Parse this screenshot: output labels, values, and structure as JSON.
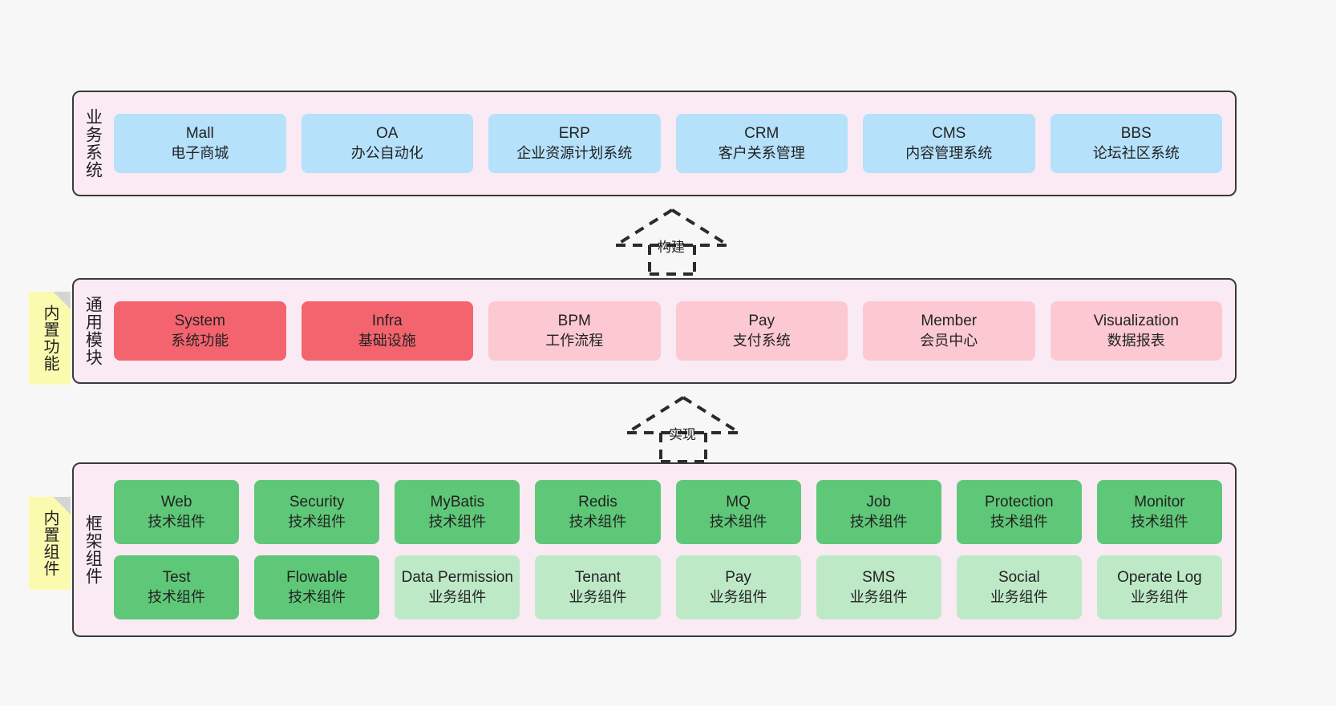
{
  "diagram": {
    "background_color": "#f7f7f7",
    "layers": [
      {
        "title": "业务系统",
        "fill": "#faeaf4",
        "rows": [
          {
            "cards": [
              {
                "en": "Mall",
                "cn": "电子商城",
                "style": "c-blue"
              },
              {
                "en": "OA",
                "cn": "办公自动化",
                "style": "c-blue"
              },
              {
                "en": "ERP",
                "cn": "企业资源计划系统",
                "style": "c-blue"
              },
              {
                "en": "CRM",
                "cn": "客户关系管理",
                "style": "c-blue"
              },
              {
                "en": "CMS",
                "cn": "内容管理系统",
                "style": "c-blue"
              },
              {
                "en": "BBS",
                "cn": "论坛社区系统",
                "style": "c-blue"
              }
            ]
          }
        ]
      },
      {
        "title": "通用模块",
        "fill": "#faeaf4",
        "rows": [
          {
            "cards": [
              {
                "en": "System",
                "cn": "系统功能",
                "style": "c-red"
              },
              {
                "en": "Infra",
                "cn": "基础设施",
                "style": "c-red"
              },
              {
                "en": "BPM",
                "cn": "工作流程",
                "style": "c-pink"
              },
              {
                "en": "Pay",
                "cn": "支付系统",
                "style": "c-pink"
              },
              {
                "en": "Member",
                "cn": "会员中心",
                "style": "c-pink"
              },
              {
                "en": "Visualization",
                "cn": "数据报表",
                "style": "c-pink"
              }
            ]
          }
        ]
      },
      {
        "title": "框架组件",
        "fill": "#faeaf4",
        "rows": [
          {
            "cards": [
              {
                "en": "Web",
                "cn": "技术组件",
                "style": "c-green"
              },
              {
                "en": "Security",
                "cn": "技术组件",
                "style": "c-green"
              },
              {
                "en": "MyBatis",
                "cn": "技术组件",
                "style": "c-green"
              },
              {
                "en": "Redis",
                "cn": "技术组件",
                "style": "c-green"
              },
              {
                "en": "MQ",
                "cn": "技术组件",
                "style": "c-green"
              },
              {
                "en": "Job",
                "cn": "技术组件",
                "style": "c-green"
              },
              {
                "en": "Protection",
                "cn": "技术组件",
                "style": "c-green"
              },
              {
                "en": "Monitor",
                "cn": "技术组件",
                "style": "c-green"
              }
            ]
          },
          {
            "cards": [
              {
                "en": "Test",
                "cn": "技术组件",
                "style": "c-green"
              },
              {
                "en": "Flowable",
                "cn": "技术组件",
                "style": "c-green"
              },
              {
                "en": "Data Permission",
                "cn": "业务组件",
                "style": "c-lightgreen"
              },
              {
                "en": "Tenant",
                "cn": "业务组件",
                "style": "c-lightgreen"
              },
              {
                "en": "Pay",
                "cn": "业务组件",
                "style": "c-lightgreen"
              },
              {
                "en": "SMS",
                "cn": "业务组件",
                "style": "c-lightgreen"
              },
              {
                "en": "Social",
                "cn": "业务组件",
                "style": "c-lightgreen"
              },
              {
                "en": "Operate Log",
                "cn": "业务组件",
                "style": "c-lightgreen"
              }
            ]
          }
        ]
      }
    ],
    "notes": [
      {
        "text": "内置功能",
        "fill": "#fbfbaf"
      },
      {
        "text": "内置组件",
        "fill": "#fbfbaf"
      }
    ],
    "arrows": [
      {
        "label": "构建",
        "style": "dashed-hollow-triangle",
        "direction": "up"
      },
      {
        "label": "实现",
        "style": "dashed-hollow-triangle",
        "direction": "up"
      }
    ]
  }
}
